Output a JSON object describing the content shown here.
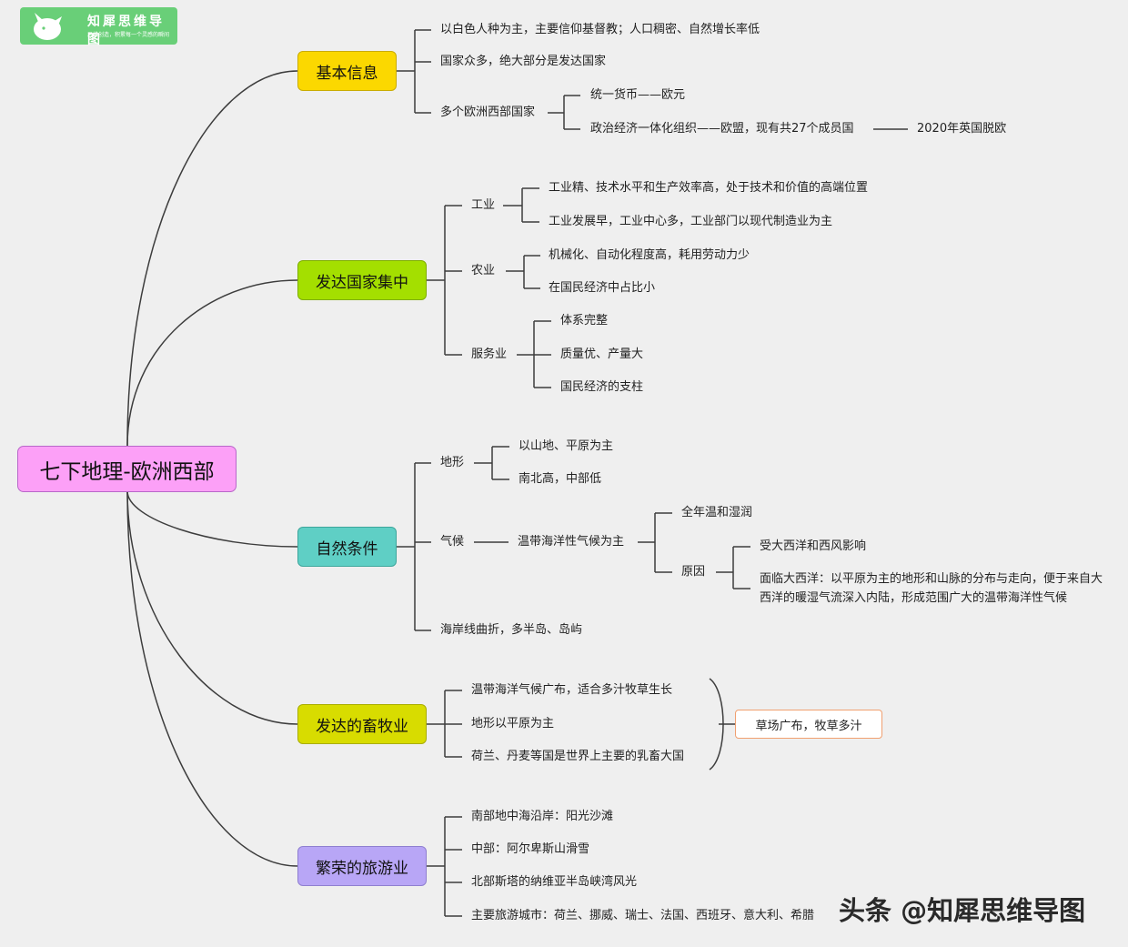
{
  "logo": {
    "name": "知犀思维导图",
    "slogan": "思维创造，积累每一个灵感的瞬间"
  },
  "watermark": "头条 @知犀思维导图",
  "root": "七下地理-欧洲西部",
  "colors": {
    "root": "#fca0f7",
    "basic": "#fbd800",
    "developed": "#a4df00",
    "nature": "#5fcfc5",
    "livestock": "#d8dc00",
    "tourism": "#b8a6f6",
    "line": "#3d3d3d",
    "note_border": "#f0a070"
  },
  "basic": {
    "title": "基本信息",
    "items": [
      "以白色人种为主，主要信仰基督教；人口稠密、自然增长率低",
      "国家众多，绝大部分是发达国家",
      "多个欧洲西部国家"
    ],
    "sub": [
      "统一货币——欧元",
      "政治经济一体化组织——欧盟，现有共27个成员国"
    ],
    "subsub": "2020年英国脱欧"
  },
  "developed": {
    "title": "发达国家集中",
    "industry": {
      "label": "工业",
      "items": [
        "工业精、技术水平和生产效率高，处于技术和价值的高端位置",
        "工业发展早，工业中心多，工业部门以现代制造业为主"
      ]
    },
    "agriculture": {
      "label": "农业",
      "items": [
        "机械化、自动化程度高，耗用劳动力少",
        "在国民经济中占比小"
      ]
    },
    "service": {
      "label": "服务业",
      "items": [
        "体系完整",
        "质量优、产量大",
        "国民经济的支柱"
      ]
    }
  },
  "nature": {
    "title": "自然条件",
    "terrain": {
      "label": "地形",
      "items": [
        "以山地、平原为主",
        "南北高，中部低"
      ]
    },
    "climate": {
      "label": "气候",
      "main": "温带海洋性气候为主",
      "feature": "全年温和湿润",
      "reason_label": "原因",
      "reasons": [
        "受大西洋和西风影响",
        "面临大西洋：以平原为主的地形和山脉的分布与走向，便于来自大西洋的暖湿气流深入内陆，形成范围广大的温带海洋性气候"
      ]
    },
    "coast": "海岸线曲折，多半岛、岛屿"
  },
  "livestock": {
    "title": "发达的畜牧业",
    "items": [
      "温带海洋气候广布，适合多汁牧草生长",
      "地形以平原为主",
      "荷兰、丹麦等国是世界上主要的乳畜大国"
    ],
    "summary": "草场广布，牧草多汁"
  },
  "tourism": {
    "title": "繁荣的旅游业",
    "items": [
      "南部地中海沿岸：阳光沙滩",
      "中部：阿尔卑斯山滑雪",
      "北部斯塔的纳维亚半岛峡湾风光",
      "主要旅游城市：荷兰、挪威、瑞士、法国、西班牙、意大利、希腊"
    ]
  }
}
